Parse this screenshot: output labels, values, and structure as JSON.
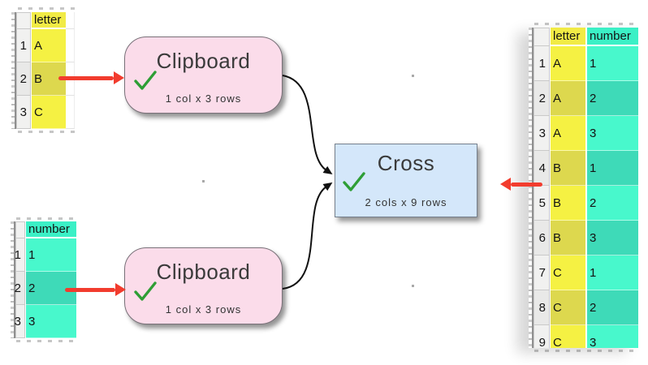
{
  "nodes": {
    "clipboard_top": {
      "title": "Clipboard",
      "subtitle": "1 col x 3 rows",
      "status": "ok"
    },
    "clipboard_bottom": {
      "title": "Clipboard",
      "subtitle": "1 col x 3 rows",
      "status": "ok"
    },
    "cross": {
      "title": "Cross",
      "subtitle": "2 cols x 9 rows",
      "status": "ok"
    }
  },
  "tables": {
    "letter_input": {
      "columns": [
        {
          "name": "letter",
          "theme": "yellow"
        }
      ],
      "trailing_empty_col": true,
      "rows": [
        {
          "n": "1",
          "cells": [
            "A"
          ]
        },
        {
          "n": "2",
          "cells": [
            "B"
          ]
        },
        {
          "n": "3",
          "cells": [
            "C"
          ]
        }
      ]
    },
    "number_input": {
      "columns": [
        {
          "name": "number",
          "theme": "teal"
        }
      ],
      "trailing_empty_col": false,
      "rows": [
        {
          "n": "1",
          "cells": [
            "1"
          ]
        },
        {
          "n": "2",
          "cells": [
            "2"
          ]
        },
        {
          "n": "3",
          "cells": [
            "3"
          ]
        }
      ]
    },
    "result": {
      "columns": [
        {
          "name": "letter",
          "theme": "yellow"
        },
        {
          "name": "number",
          "theme": "teal"
        }
      ],
      "trailing_empty_col": false,
      "rows": [
        {
          "n": "1",
          "cells": [
            "A",
            "1"
          ]
        },
        {
          "n": "2",
          "cells": [
            "A",
            "2"
          ]
        },
        {
          "n": "3",
          "cells": [
            "A",
            "3"
          ]
        },
        {
          "n": "4",
          "cells": [
            "B",
            "1"
          ]
        },
        {
          "n": "5",
          "cells": [
            "B",
            "2"
          ]
        },
        {
          "n": "6",
          "cells": [
            "B",
            "3"
          ]
        },
        {
          "n": "7",
          "cells": [
            "C",
            "1"
          ]
        },
        {
          "n": "8",
          "cells": [
            "C",
            "2"
          ]
        },
        {
          "n": "9",
          "cells": [
            "C",
            "3"
          ]
        }
      ]
    }
  },
  "colors": {
    "column_yellow": "#f5f143",
    "column_yellow_alt": "#ddd84e",
    "column_teal": "#48f8cc",
    "column_teal_alt": "#3edab8",
    "node_pink": "#fbdcea",
    "node_blue": "#d4e7fa",
    "arrow_red": "#f23c2e",
    "check_green": "#2e9e35",
    "connector_black": "#111111"
  }
}
